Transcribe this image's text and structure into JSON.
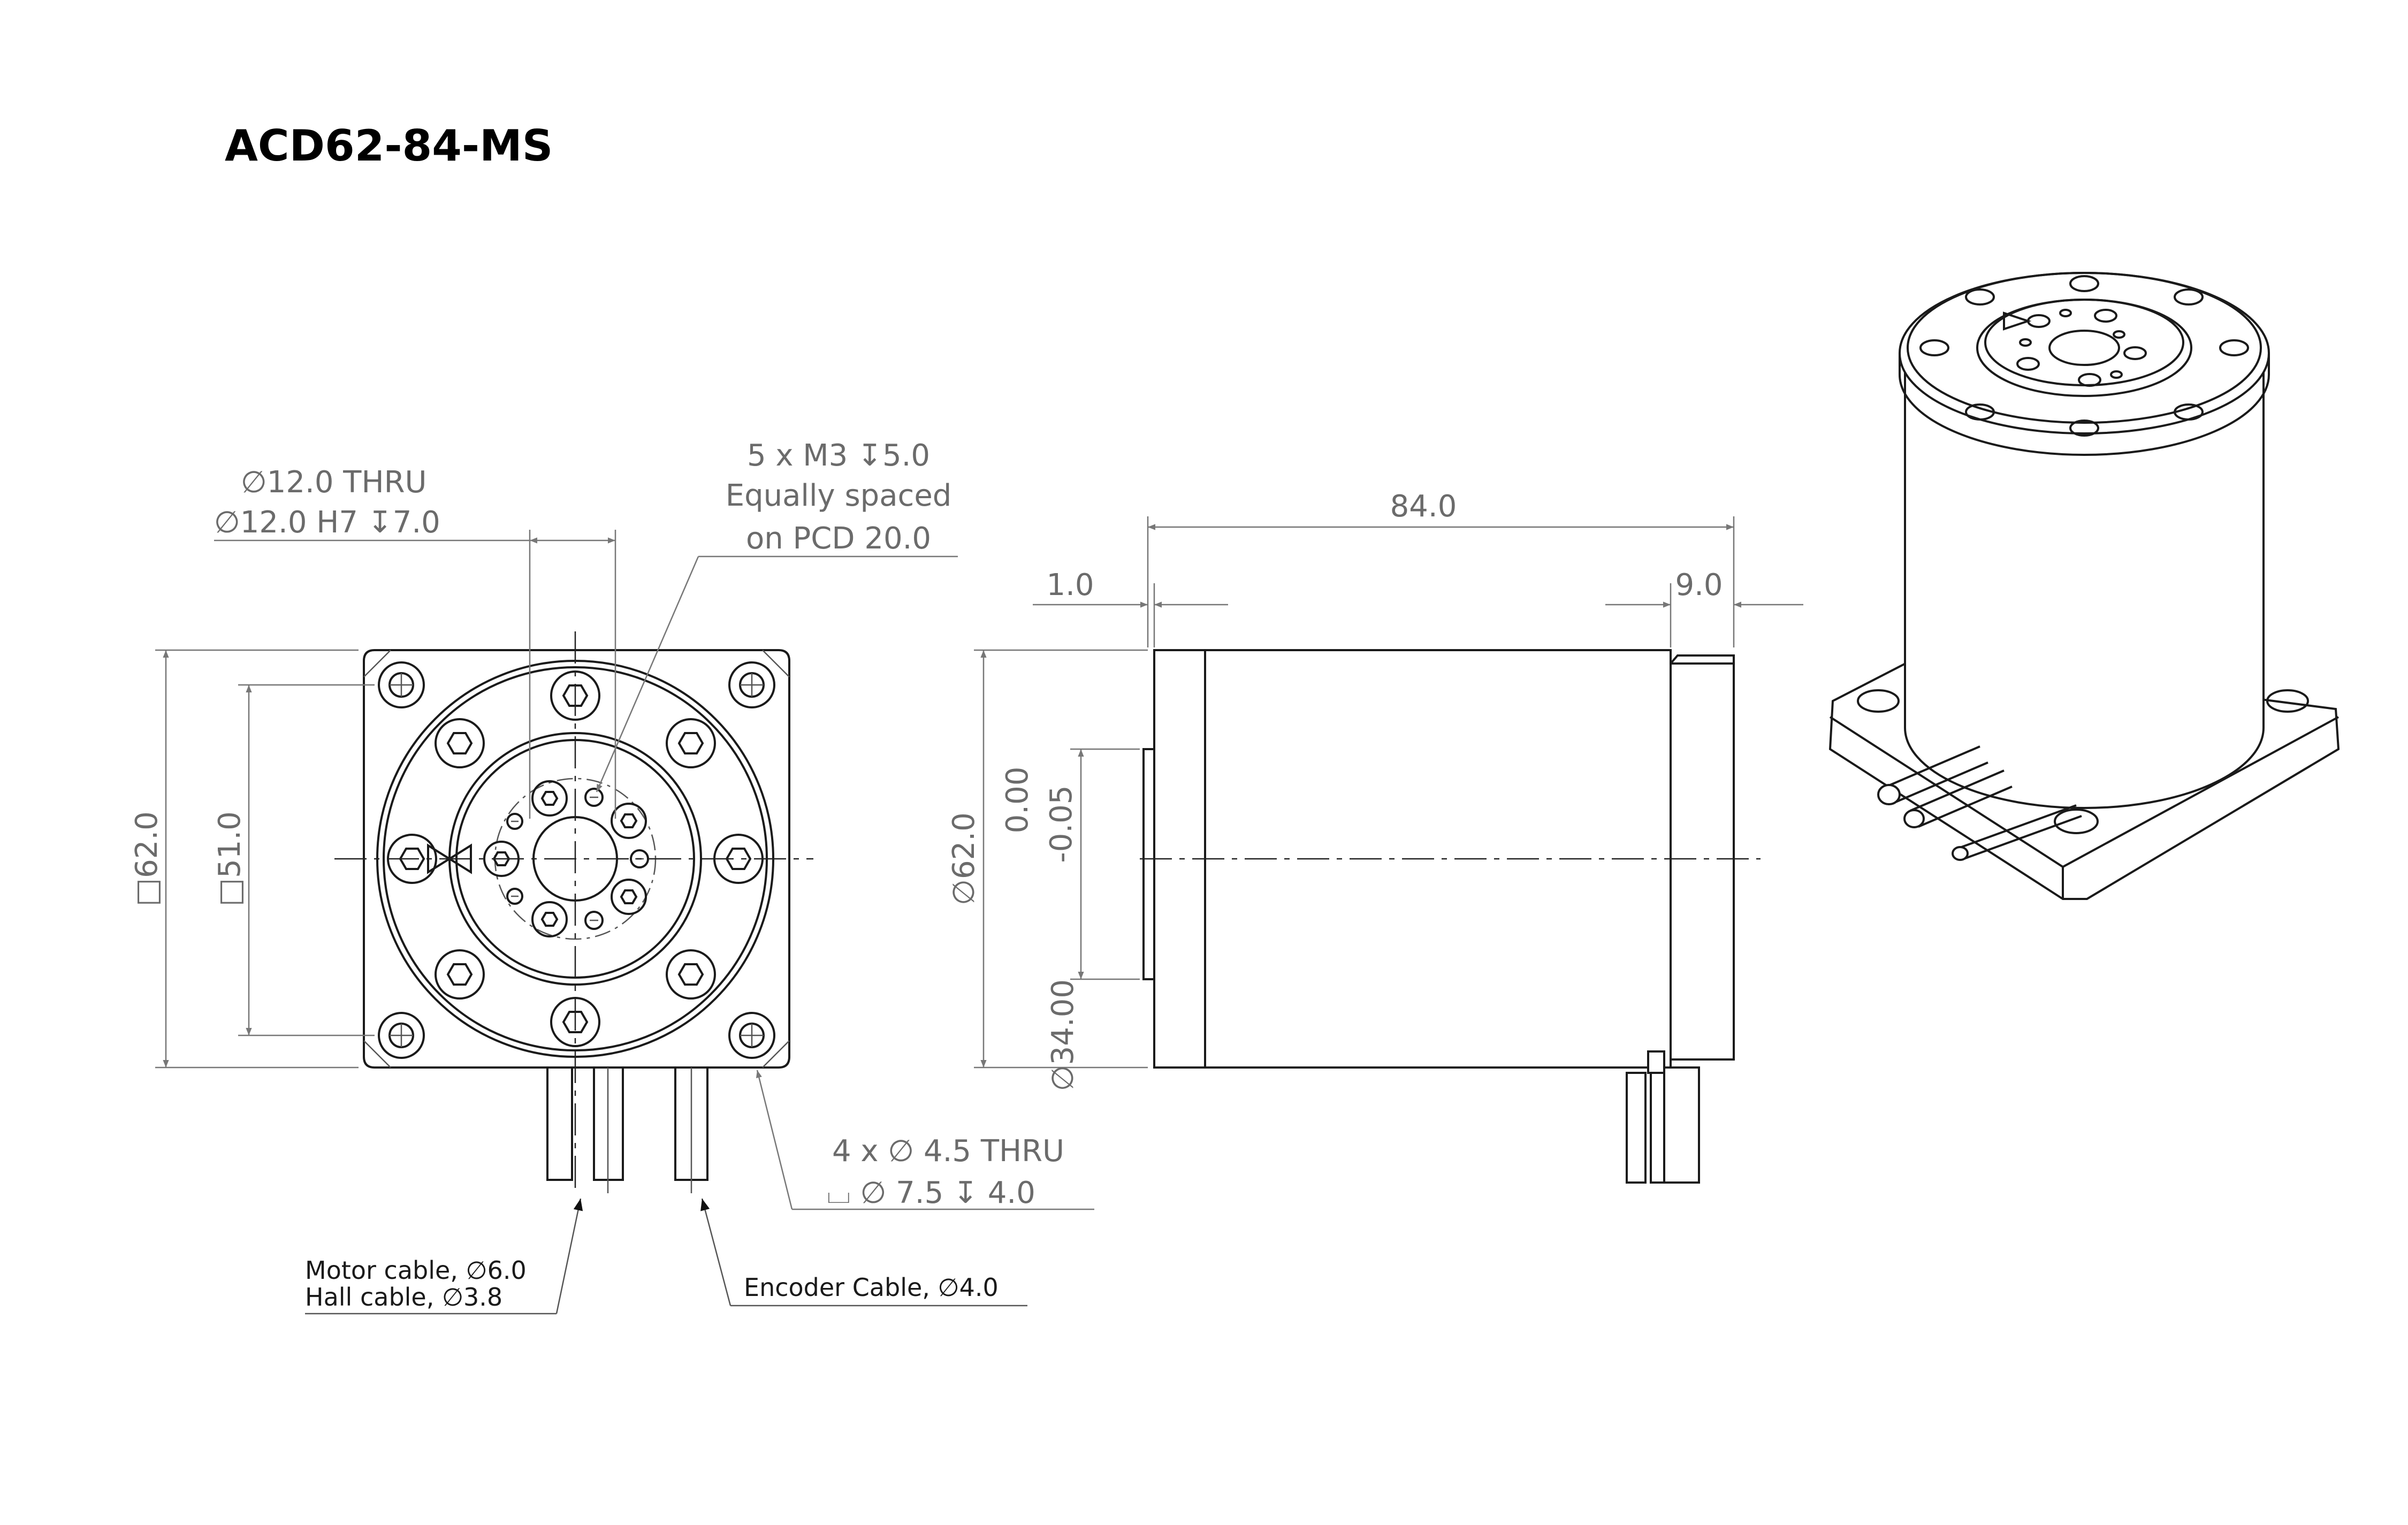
{
  "title": "ACD62-84-MS",
  "front_view": {
    "bore_line1": "∅12.0 THRU",
    "bore_line2": "∅12.0 H7 ↧7.0",
    "screw_line1": "5 x M3 ↧5.0",
    "screw_line2": "Equally spaced",
    "screw_line3": "on PCD 20.0",
    "square_outer": "□62.0",
    "square_inner": "□51.0",
    "hole_line1": "4 x ∅ 4.5 THRU",
    "hole_line2": "⌴ ∅ 7.5 ↧ 4.0",
    "cable_line1": "Motor cable, ∅6.0",
    "cable_line2": "Hall cable, ∅3.8",
    "encoder_cable": "Encoder Cable, ∅4.0"
  },
  "side_view": {
    "length": "84.0",
    "flange_offset": "1.0",
    "rear_offset": "9.0",
    "diameter": "∅62.0",
    "spigot_diameter": "∅34.00",
    "tol_upper": "0.00",
    "tol_lower": "-0.05"
  },
  "iso_view": {
    "icon": "motor-isometric-icon"
  }
}
